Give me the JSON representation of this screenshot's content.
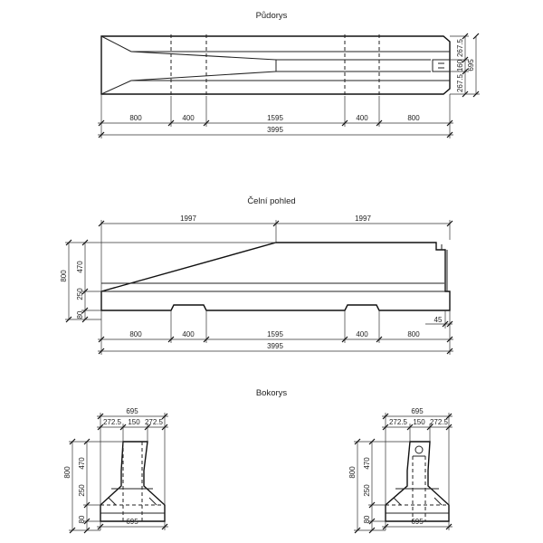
{
  "titles": {
    "plan": "Půdorys",
    "front": "Čelní pohled",
    "side": "Bokorys"
  },
  "plan": {
    "segments": [
      "800",
      "400",
      "1595",
      "400",
      "800"
    ],
    "total": "3995",
    "right_dims": [
      "267.5",
      "160",
      "267.5"
    ],
    "right_total": "695"
  },
  "front": {
    "top_dims": [
      "1997",
      "1997"
    ],
    "left_dims": [
      "470",
      "250",
      "80"
    ],
    "left_total": "800",
    "segments": [
      "800",
      "400",
      "1595",
      "400",
      "800"
    ],
    "total": "3995",
    "end_dim": "45"
  },
  "side": {
    "top_total": "695",
    "top_parts": [
      "272.5",
      "150",
      "272.5"
    ],
    "left_dims": [
      "470",
      "250",
      "80"
    ],
    "left_total": "800",
    "bottom": "695"
  }
}
